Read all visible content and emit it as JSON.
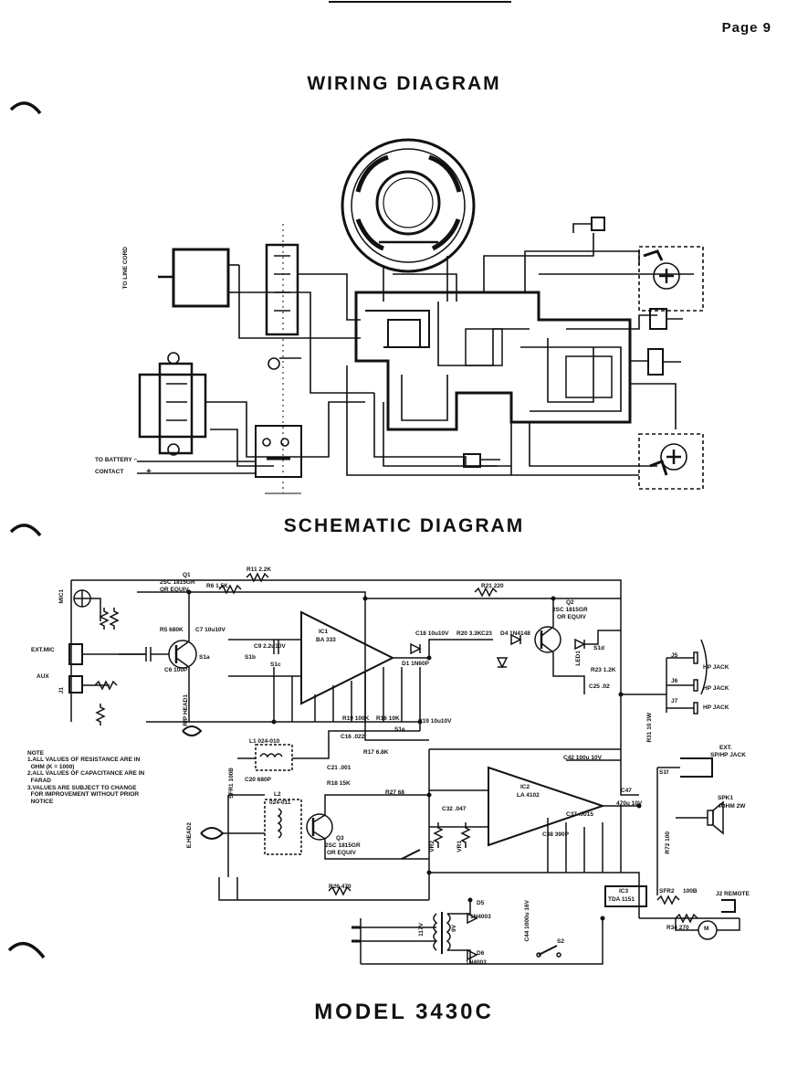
{
  "page": {
    "number_label": "Page 9"
  },
  "titles": {
    "wiring": "WIRING DIAGRAM",
    "schematic": "SCHEMATIC DIAGRAM",
    "model": "MODEL 3430C"
  },
  "wiring": {
    "line_cord": "TO LINE CORD",
    "battery_contact": "TO BATTERY  −",
    "contact": "CONTACT",
    "plus": "+",
    "minus": "−"
  },
  "schematic": {
    "note_lines": [
      "NOTE",
      "1.ALL VALUES OF RESISTANCE ARE IN",
      "  OHM (K = 1000)",
      "2.ALL VALUES OF CAPACITANCE ARE IN",
      "  FARAD",
      "3.VALUES ARE SUBJECT TO CHANGE",
      "  FOR IMPROVEMENT WITHOUT PRIOR",
      "  NOTICE"
    ],
    "labels": {
      "mic": "MIC1",
      "ext_mic": "EXT.MIC",
      "aux": "AUX",
      "j1": "J1",
      "q1": "Q1",
      "q1_part": "2SC 1815GR",
      "q1_equiv": "OR EQUIV",
      "r11": "R11 2.2K",
      "r6": "R6 1.5K",
      "r5": "R5 680K",
      "c7": "C7 10u10V",
      "c6": "C6 100P",
      "c9": "C9 2.2u10V",
      "s1a": "S1a",
      "s1b": "S1b",
      "s1c": "S1c",
      "ic1": "IC1",
      "ic1_part": "BA 333",
      "r21": "R21 220",
      "q2": "Q2",
      "q2_part": "2SC 1815GR",
      "q2_equiv": "OR EQUIV",
      "c18": "C18 10u10V",
      "r20": "R20 3.3K",
      "c23": "C23",
      "d4": "D4 1N4148",
      "d1": "D1 1N60P",
      "led1": "LED1",
      "s1d": "S1d",
      "r23": "R23 1.2K",
      "c25": "C25 .02",
      "j5_hp": "J5",
      "hp_jack": "HP JACK",
      "j6": "J6",
      "j7": "J7",
      "hp_jack2": "HP JACK",
      "hp_jack3": "HP JACK",
      "r19": "R19 100K",
      "r16": "R16 10K",
      "s1e": "S1e",
      "c16": "C16 .022",
      "c19": "C19 10u10V",
      "r17": "R17 6.8K",
      "l1": "L1 024-010",
      "c20": "C20 680P",
      "c21": "C21 .001",
      "r18": "R18 15K",
      "r27": "R27 68",
      "l2": "L2",
      "l2_part": "024-011",
      "q3": "Q3",
      "q3_part": "2SC 1815GR",
      "q3_equiv": "OR EQUIV",
      "c32": "C32 .047",
      "ic2": "IC2",
      "ic2_part": "LA 4102",
      "c42": "C42 100u 10V",
      "c47": "C47",
      "c47_val": "470u 10V",
      "c37": "C37 .0015",
      "c38": "C38 390P",
      "s1f": "S1f",
      "ext_sp": "EXT.",
      "sp_hp_jack": "SP/HP JACK",
      "spk1": "SPK1",
      "spk1_spec": "4OHM 2W",
      "r31": "R31 10 3W",
      "r72": "R72 100",
      "r26": "R26 470",
      "vr2": "VR2",
      "vr1": "VR1",
      "d5": "D5",
      "d5_part": "1N4003",
      "d6": "D6",
      "d6_part": "1N4003",
      "t1": "117V",
      "t1_sec": "9V",
      "s2": "S2",
      "ic3": "IC3",
      "ic3_part": "TDA 1151",
      "sfr2": "SFR2",
      "sfr2_val": "100B",
      "j2": "J2 REMOTE",
      "r34": "R34 270",
      "m": "M",
      "ehead": "E.HEAD2",
      "rphead": "R/P HEAD1",
      "sfr1": "SFR1 100B",
      "c44": "C44 1000u 16V"
    }
  }
}
